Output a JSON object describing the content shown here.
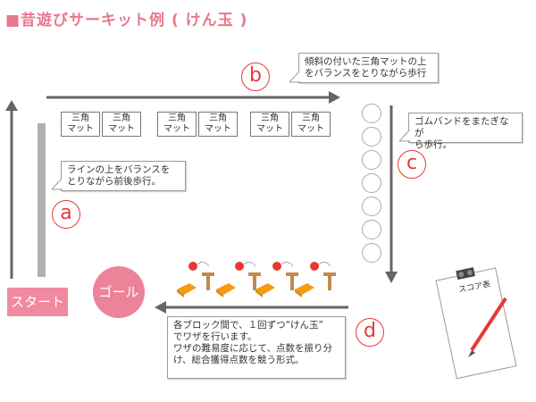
{
  "title": "■昔遊びサーキット例 ( けん玉 )",
  "colors": {
    "accent": "#e8788d",
    "marker": "#e53935",
    "arrow": "#666666",
    "start": "#f08aa0",
    "goal": "#ec8399"
  },
  "markers": {
    "a": "a",
    "b": "b",
    "c": "c",
    "d": "d"
  },
  "start_label": "スタート",
  "goal_label": "ゴール",
  "mat_label_line1": "三角",
  "mat_label_line2": "マット",
  "callout_a": {
    "line1": "ラインの上をバランスを",
    "line2": "とりながら前後歩行。"
  },
  "callout_b": {
    "line1": "傾斜の付いた三角マットの上",
    "line2": "をバランスをとりながら歩行"
  },
  "callout_c": {
    "line1": "ゴムバンドをまたぎなが",
    "line2": "ら歩行。"
  },
  "callout_d": {
    "line1": "各ブロック間で、１回ずつ“けん玉”",
    "line2": "でワザを行います。",
    "line3": "ワザの難易度に応じて、点数を振り分",
    "line4": "け、総合獲得点数を競う形式。"
  },
  "score_sheet_label": "スコア表",
  "icons": [
    "arrow-up-icon",
    "arrow-right-icon",
    "arrow-down-icon",
    "arrow-left-icon",
    "kendama-icon",
    "block-icon",
    "clipboard-icon",
    "pencil-icon"
  ]
}
